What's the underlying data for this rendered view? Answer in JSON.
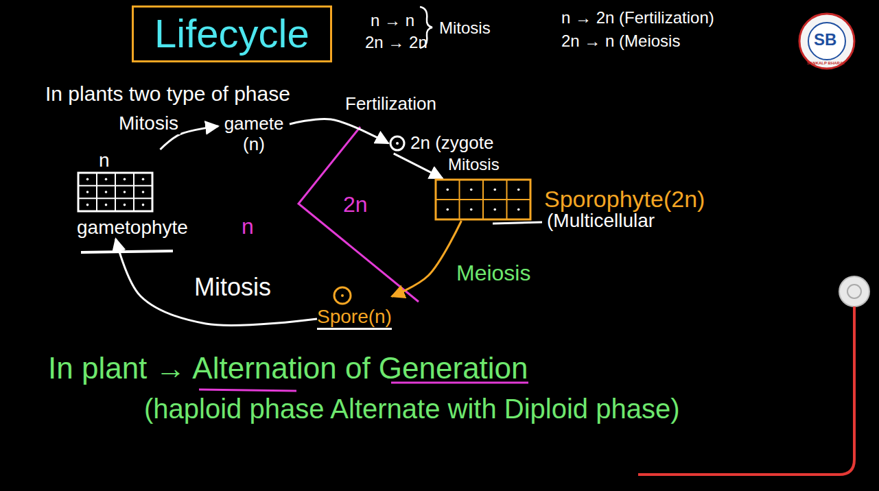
{
  "diagram": {
    "title": "Lifecycle",
    "nodes": [
      {
        "text": [
          "n",
          "gametophyte"
        ]
      },
      {
        "text": [
          "gamete (n)"
        ]
      },
      {
        "text": [
          "2n (zygote"
        ]
      },
      {
        "text": [
          "Sporophyte(2n)"
        ]
      },
      {
        "text": [
          "Spore(n)"
        ]
      }
    ],
    "edges": [
      {
        "from": 0,
        "to": 1,
        "arrow": "to",
        "label": "Mitosis"
      },
      {
        "from": 1,
        "to": 2,
        "arrow": "to",
        "label": "Fertilization"
      },
      {
        "from": 2,
        "to": 3,
        "arrow": "to",
        "label": "Mitosis"
      },
      {
        "from": 3,
        "to": 4,
        "arrow": "to",
        "label": "Meiosis"
      },
      {
        "from": 4,
        "to": 0,
        "arrow": "to",
        "label": "Mitosis"
      }
    ],
    "labels": [
      "n → n",
      "2n → 2n",
      "Mitosis",
      "n → 2n (Fertilization)",
      "2n → n (Meiosis",
      "SB",
      "SANKALP BHARAT",
      "In plants two type of phase",
      "n",
      "2n",
      "(Multicellular",
      "In plant → Alternation of Generation",
      "(haploid phase Alternate with Diploid phase)"
    ]
  }
}
